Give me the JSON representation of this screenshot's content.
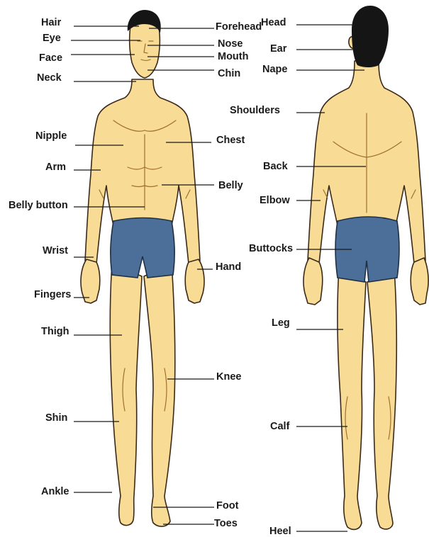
{
  "colors": {
    "skin": "#f8dc95",
    "shorts": "#4b6f99",
    "hair": "#151515",
    "outline": "#3b2a1a",
    "text": "#1a1a1a"
  },
  "front": {
    "hair": "Hair",
    "eye": "Eye",
    "face": "Face",
    "neck": "Neck",
    "forehead": "Forehead",
    "nose": "Nose",
    "mouth": "Mouth",
    "chin": "Chin",
    "nipple": "Nipple",
    "arm": "Arm",
    "belly_button": "Belly button",
    "wrist": "Wrist",
    "fingers": "Fingers",
    "thigh": "Thigh",
    "shin": "Shin",
    "ankle": "Ankle",
    "chest": "Chest",
    "belly": "Belly",
    "hand": "Hand",
    "knee": "Knee",
    "foot": "Foot",
    "toes": "Toes"
  },
  "back": {
    "head": "Head",
    "ear": "Ear",
    "nape": "Nape",
    "shoulders": "Shoulders",
    "back": "Back",
    "elbow": "Elbow",
    "buttocks": "Buttocks",
    "leg": "Leg",
    "calf": "Calf",
    "heel": "Heel"
  }
}
